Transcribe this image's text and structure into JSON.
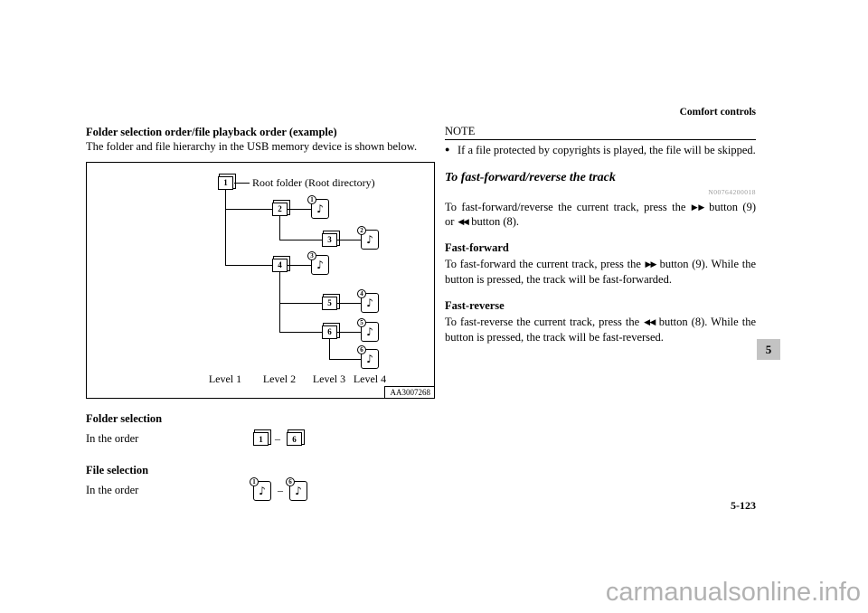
{
  "page": {
    "header": "Comfort controls",
    "page_number": "5-123",
    "section_tab": "5",
    "watermark": "carmanualsonline.info"
  },
  "folder_section": {
    "heading": "Folder selection order/file playback order (example)",
    "intro": "The folder and file hierarchy in the USB memory device is shown below.",
    "diagram": {
      "root_label": "Root folder (Root directory)",
      "folders": [
        "1",
        "2",
        "3",
        "4",
        "5",
        "6"
      ],
      "files": [
        "1",
        "2",
        "3",
        "4",
        "5",
        "6"
      ],
      "note_glyph": "♪",
      "levels": [
        "Level 1",
        "Level 2",
        "Level 3",
        "Level 4"
      ],
      "figure_code": "AA3007268"
    },
    "folder_selection_title": "Folder selection",
    "folder_selection_label": "In the order",
    "file_selection_title": "File selection",
    "file_selection_label": "In the order",
    "range_dash": "–"
  },
  "note": {
    "title": "NOTE",
    "bullet_glyph": "●",
    "text": "If a file protected by copyrights is played, the file will be skipped."
  },
  "ff_section": {
    "title": "To fast-forward/reverse the track",
    "ref_code": "N00764200018",
    "ff_icon": "▶▶",
    "rw_icon": "◀◀",
    "intro_part1": "To fast-forward/reverse the current track, press the",
    "intro_part2": "button (9) or",
    "intro_part3": "button (8).",
    "fast_forward_title": "Fast-forward",
    "fast_forward_part1": "To fast-forward the current track, press the",
    "fast_forward_part2": "button (9). While the button is pressed, the track will be fast-forwarded.",
    "fast_reverse_title": "Fast-reverse",
    "fast_reverse_part1": "To fast-reverse the current track, press the",
    "fast_reverse_part2": "button (8). While the button is pressed, the track will be fast-reversed."
  }
}
